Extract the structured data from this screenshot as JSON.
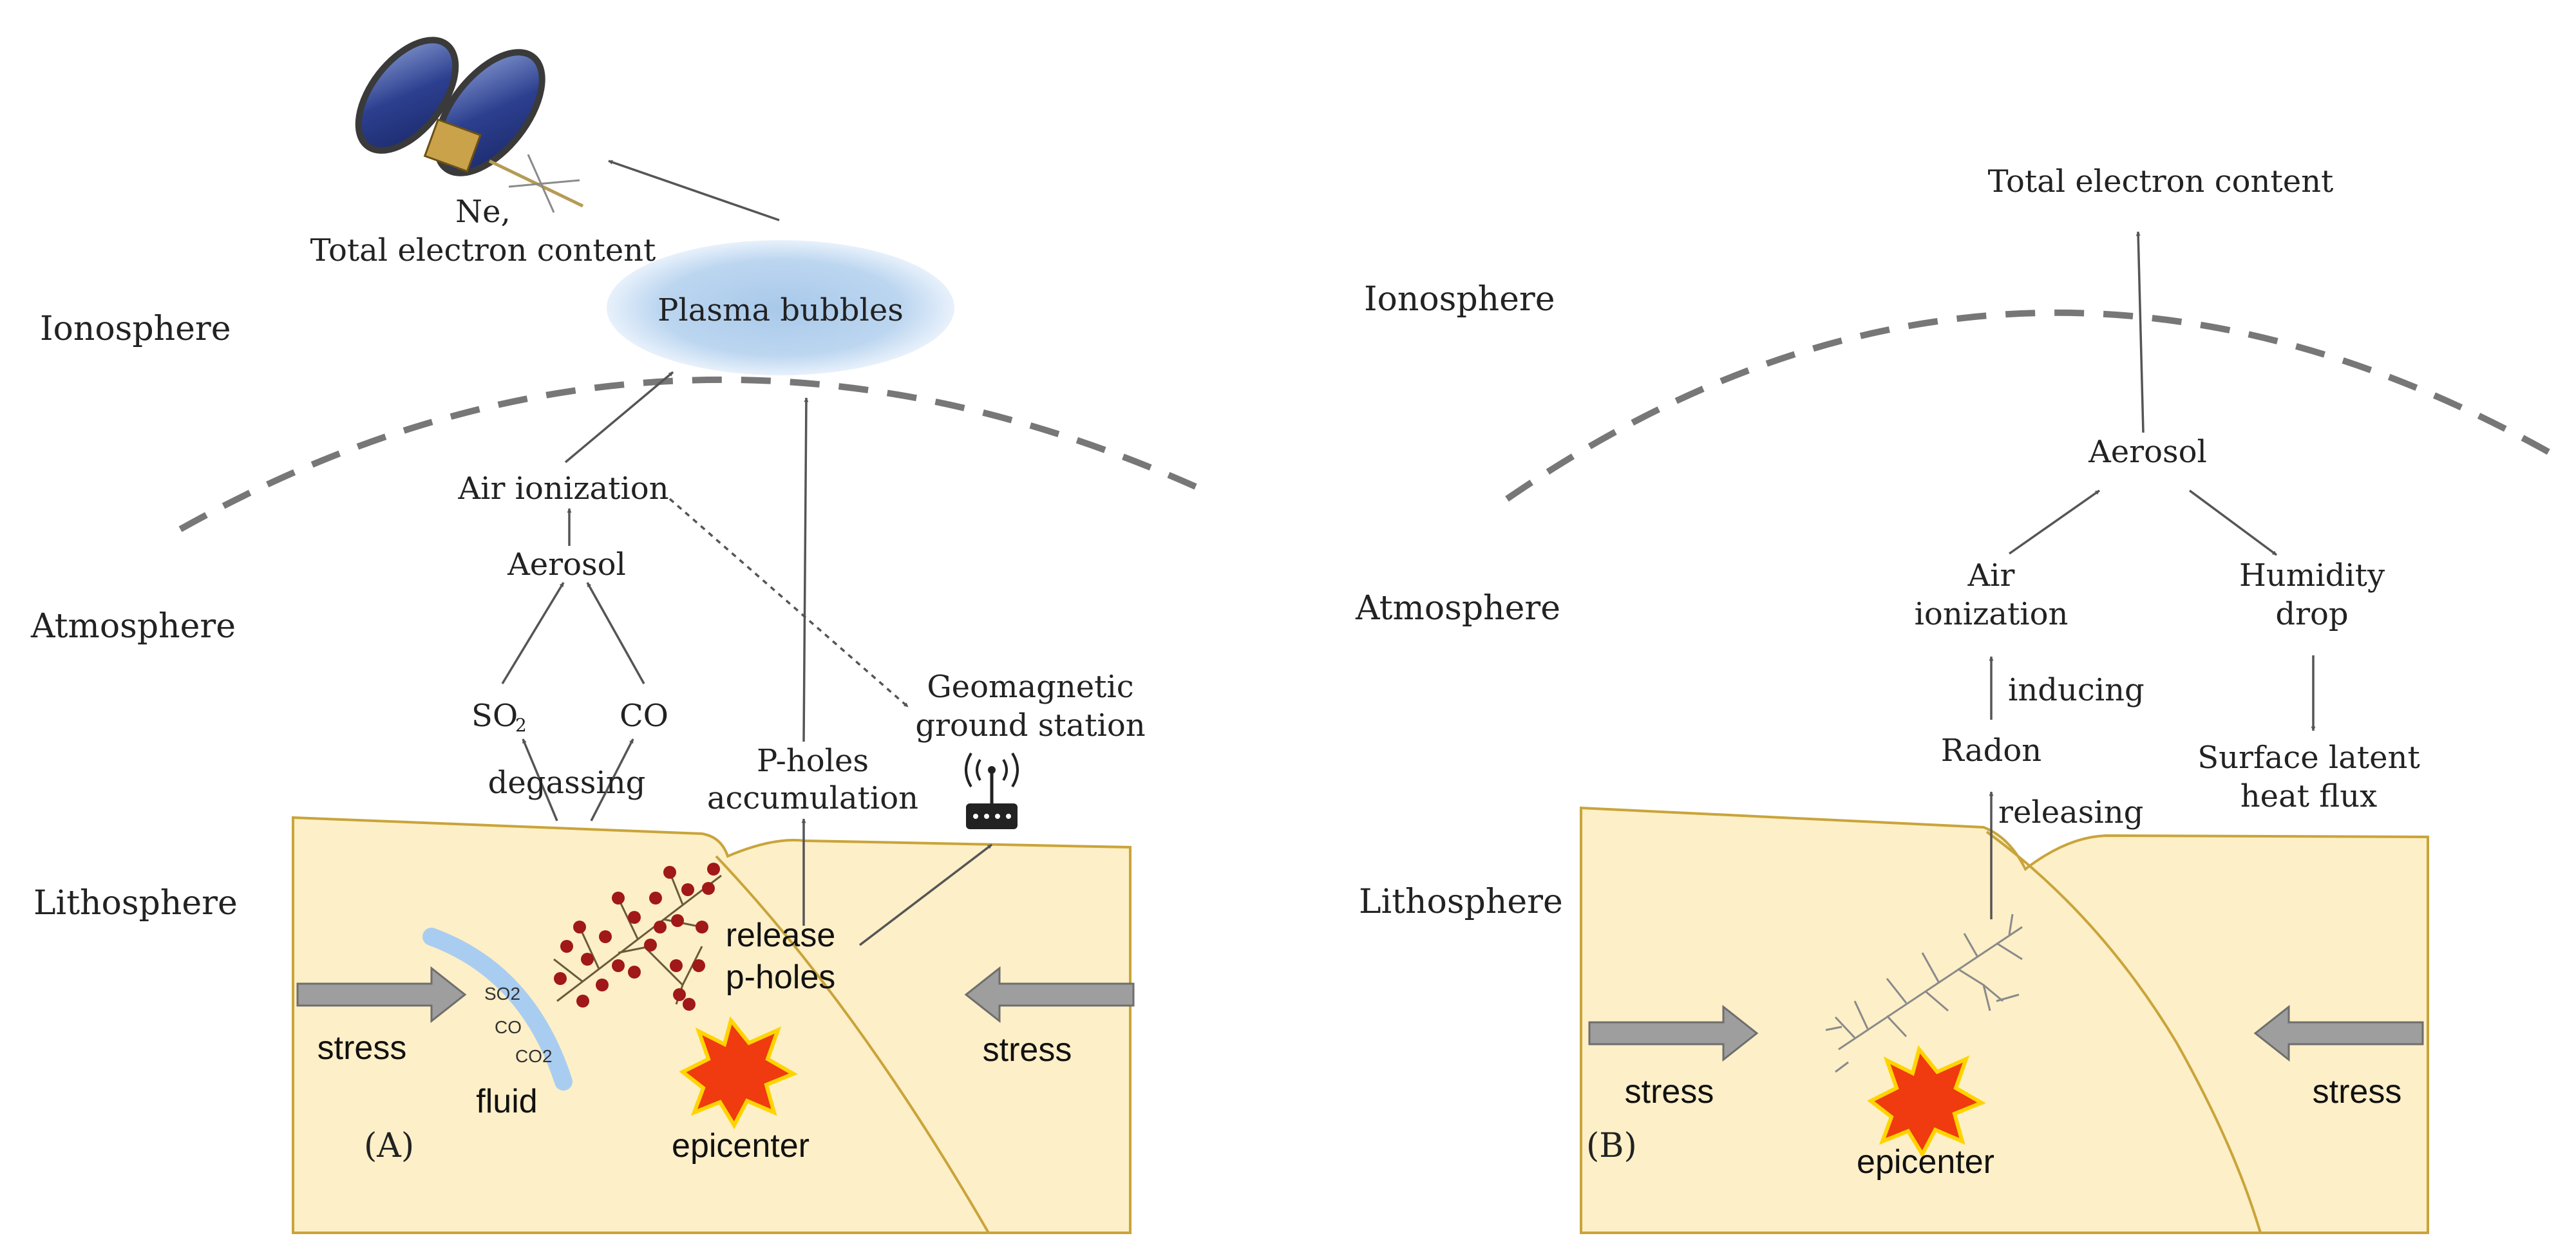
{
  "panel_a": {
    "layers": {
      "ionosphere": "Ionosphere",
      "atmosphere": "Atmosphere",
      "lithosphere": "Lithosphere"
    },
    "satellite_label_line1": "Ne,",
    "satellite_label_line2": "Total electron content",
    "plasma_bubbles": "Plasma bubbles",
    "air_ionization": "Air ionization",
    "aerosol": "Aerosol",
    "so2": "SO",
    "so2_sub": "2",
    "co": "CO",
    "degassing": "degassing",
    "p_holes_line1": "P-holes",
    "p_holes_line2": "accumulation",
    "geomagnetic_line1": "Geomagnetic",
    "geomagnetic_line2": "ground  station",
    "release_line1": "release",
    "release_line2": "p-holes",
    "stress_left": "stress",
    "stress_right": "stress",
    "fluid": "fluid",
    "fluid_chem": [
      "SO2",
      "CO",
      "CO2"
    ],
    "epicenter": "epicenter",
    "panel_label": "(A)"
  },
  "panel_b": {
    "layers": {
      "ionosphere": "Ionosphere",
      "atmosphere": "Atmosphere",
      "lithosphere": "Lithosphere"
    },
    "tec": "Total electron content",
    "aerosol": "Aerosol",
    "air_line1": "Air",
    "air_line2": "ionization",
    "humidity_line1": "Humidity",
    "humidity_line2": "drop",
    "inducing": "inducing",
    "radon": "Radon",
    "releasing": "releasing",
    "slhf_line1": "Surface latent",
    "slhf_line2": "heat flux",
    "stress_left": "stress",
    "stress_right": "stress",
    "epicenter": "epicenter",
    "panel_label": "(B)"
  },
  "colors": {
    "ground": "#fdefc7",
    "ground_edge": "#c9a43a",
    "plasma": "#b9d4ee",
    "stress_arrow": "#9e9e9e",
    "epicenter_fill": "#f03a0f",
    "epicenter_edge": "#ffd400",
    "crack_dots": "#a01818",
    "fluid": "#a9cdf0"
  }
}
